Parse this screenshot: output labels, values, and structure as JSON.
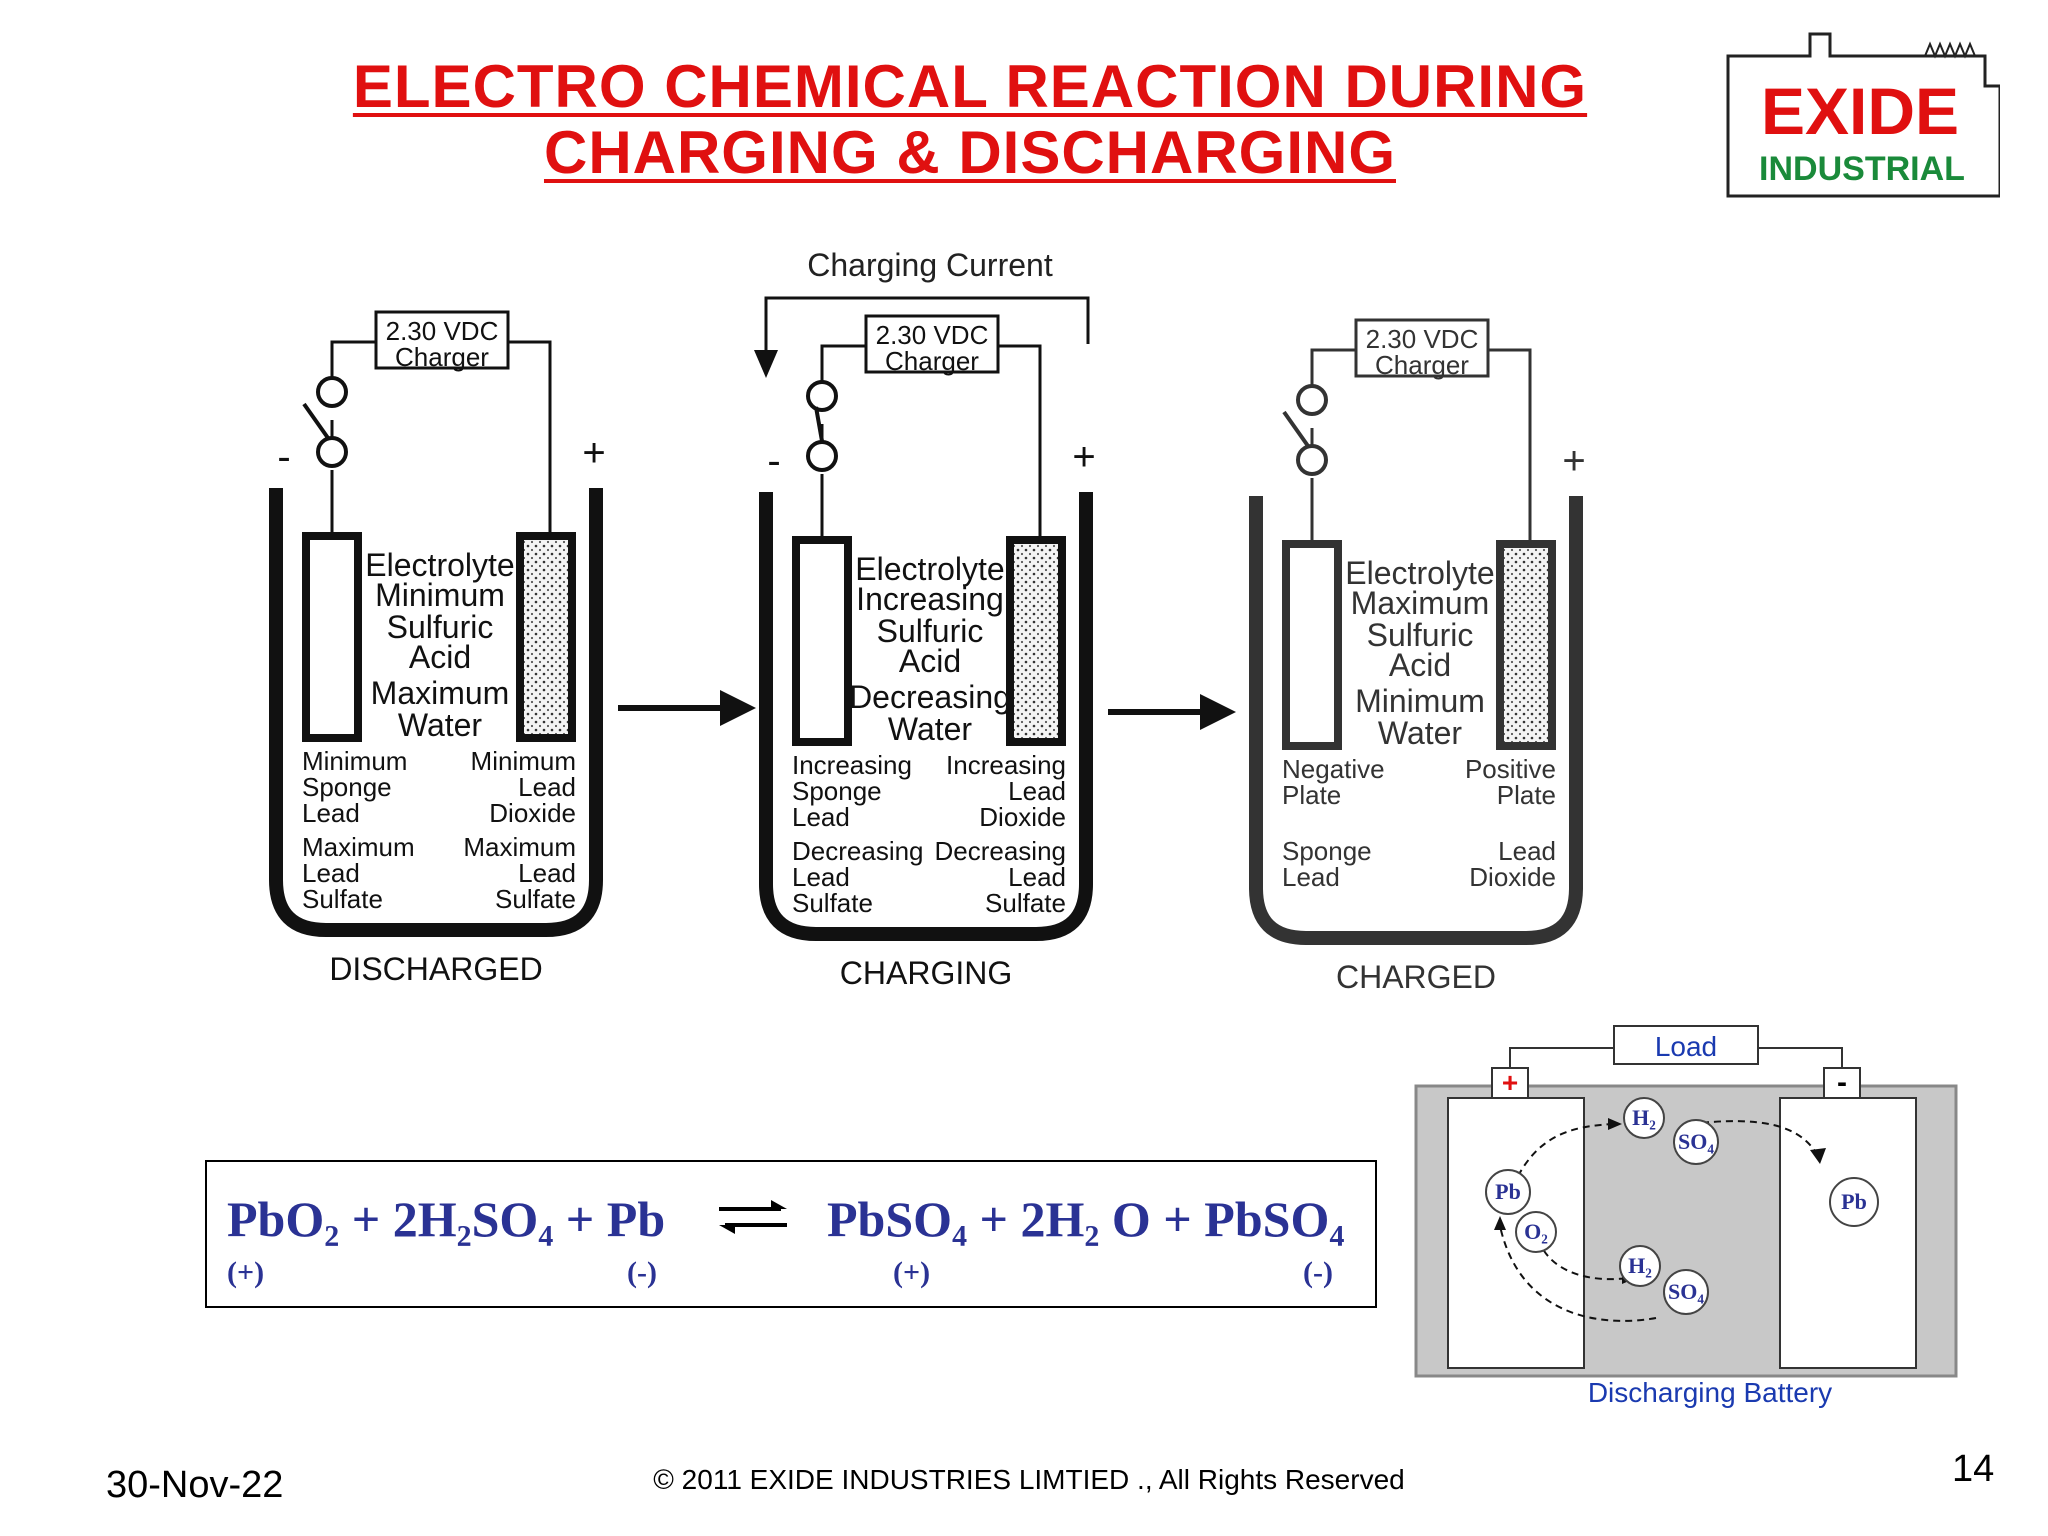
{
  "title": {
    "line1": "ELECTRO CHEMICAL REACTION DURING",
    "line2": "CHARGING & DISCHARGING"
  },
  "logo": {
    "brand": "EXIDE",
    "sub": "INDUSTRIAL",
    "colors": {
      "brand": "#e01010",
      "sub": "#1a8a3a"
    }
  },
  "charging_current_label": "Charging Current",
  "cells": [
    {
      "charger_line1": "2.30 VDC",
      "charger_line2": "Charger",
      "neg": "-",
      "pos": "+",
      "electrolyte": [
        "Electrolyte",
        "Minimum",
        "Sulfuric",
        "Acid",
        "Maximum",
        "Water"
      ],
      "left_top": [
        "Minimum",
        "Sponge",
        "Lead"
      ],
      "right_top": [
        "Minimum",
        "Lead",
        "Dioxide"
      ],
      "left_bottom": [
        "Maximum",
        "Lead",
        "Sulfate"
      ],
      "right_bottom": [
        "Maximum",
        "Lead",
        "Sulfate"
      ],
      "caption": "DISCHARGED"
    },
    {
      "charger_line1": "2.30 VDC",
      "charger_line2": "Charger",
      "neg": "-",
      "pos": "+",
      "electrolyte": [
        "Electrolyte",
        "Increasing",
        "Sulfuric",
        "Acid",
        "Decreasing",
        "Water"
      ],
      "left_top": [
        "Increasing",
        "Sponge",
        "Lead"
      ],
      "right_top": [
        "Increasing",
        "Lead",
        "Dioxide"
      ],
      "left_bottom": [
        "Decreasing",
        "Lead",
        "Sulfate"
      ],
      "right_bottom": [
        "Decreasing",
        "Lead",
        "Sulfate"
      ],
      "caption": "CHARGING"
    },
    {
      "charger_line1": "2.30 VDC",
      "charger_line2": "Charger",
      "neg": "",
      "pos": "+",
      "electrolyte": [
        "Electrolyte",
        "Maximum",
        "Sulfuric",
        "Acid",
        "Minimum",
        "Water"
      ],
      "left_top": [
        "Negative",
        "Plate"
      ],
      "right_top": [
        "Positive",
        "Plate"
      ],
      "left_bottom": [
        "Sponge",
        "Lead"
      ],
      "right_bottom": [
        "Lead",
        "Dioxide"
      ],
      "caption": "CHARGED"
    }
  ],
  "equation": {
    "left": "PbO₂ + 2H₂SO₄ + Pb",
    "right": "PbSO₄ + 2H₂ O + PbSO₄",
    "signs": [
      "(+)",
      "(-)",
      "(+)",
      "(-)"
    ]
  },
  "discharge_diagram": {
    "load": "Load",
    "plus": "+",
    "minus": "-",
    "ions": [
      "Pb",
      "O₂",
      "H₂",
      "SO₄",
      "H₂",
      "SO₄",
      "Pb"
    ],
    "caption": "Discharging Battery"
  },
  "footer": {
    "date": "30-Nov-22",
    "copyright": "© 2011 EXIDE INDUSTRIES LIMTIED ., All Rights Reserved",
    "page": "14"
  }
}
